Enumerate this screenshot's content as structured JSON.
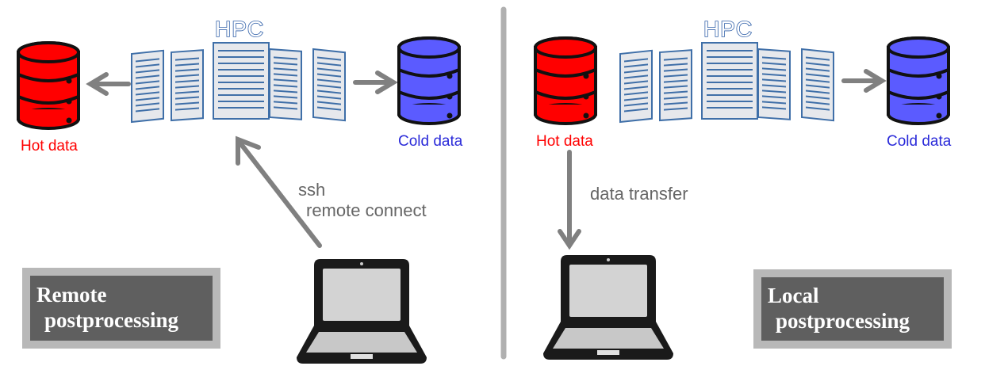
{
  "panels": [
    {
      "id": "remote",
      "hpc_label": "HPC",
      "hot_label": "Hot data",
      "cold_label": "Cold data",
      "connection_label_line1": "ssh",
      "connection_label_line2": "remote connect",
      "box_line1": "Remote",
      "box_line2": "postprocessing"
    },
    {
      "id": "local",
      "hpc_label": "HPC",
      "hot_label": "Hot data",
      "cold_label": "Cold data",
      "connection_label_line1": "data transfer",
      "box_line1": "Local",
      "box_line2": "postprocessing"
    }
  ],
  "colors": {
    "hot": "#ff0000",
    "cold": "#5b5bff",
    "hot_label": "#ff0000",
    "cold_label": "#2b2bd9",
    "arrow": "#808080",
    "box_fill": "#5f5f5f",
    "box_border": "#b8b8b8",
    "server_fill": "#e6e8ec",
    "server_line": "#3f6fa8",
    "divider": "#b0b0b0"
  }
}
